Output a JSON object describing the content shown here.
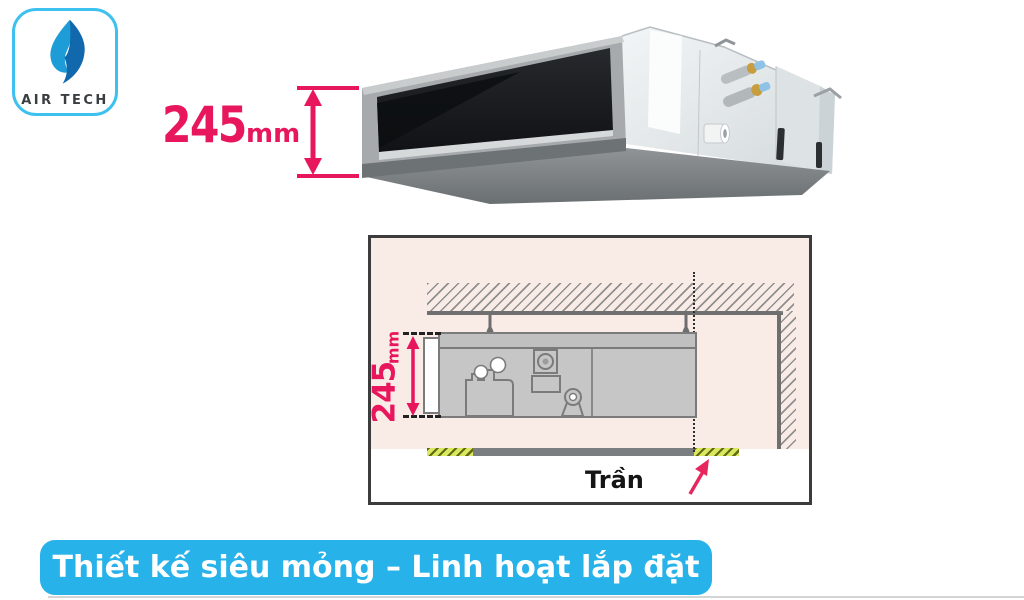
{
  "logo": {
    "brand": "AIR TECH"
  },
  "height_dimension": {
    "value": "245",
    "unit": "mm"
  },
  "diagram": {
    "height_dimension": {
      "value": "245",
      "unit": "mm"
    },
    "ceiling_label": "Trần"
  },
  "banner": {
    "text": "Thiết kế siêu mỏng – Linh hoạt lắp đặt"
  },
  "colors": {
    "accent_pink": "#e8175d",
    "banner_blue": "#27b2e9",
    "logo_border_blue": "#3ec1ee",
    "flame_light_blue": "#1e9cd7",
    "flame_dark_blue": "#1268ad",
    "diagram_background": "#f9ebe6",
    "ceiling_green": "#dbe75f",
    "unit_gray": "#c6c6c6"
  },
  "icons": {
    "flame": "flame-icon",
    "dimension_arrow": "double-headed-vertical-arrow",
    "pointer": "pink-pointer-arrow"
  }
}
